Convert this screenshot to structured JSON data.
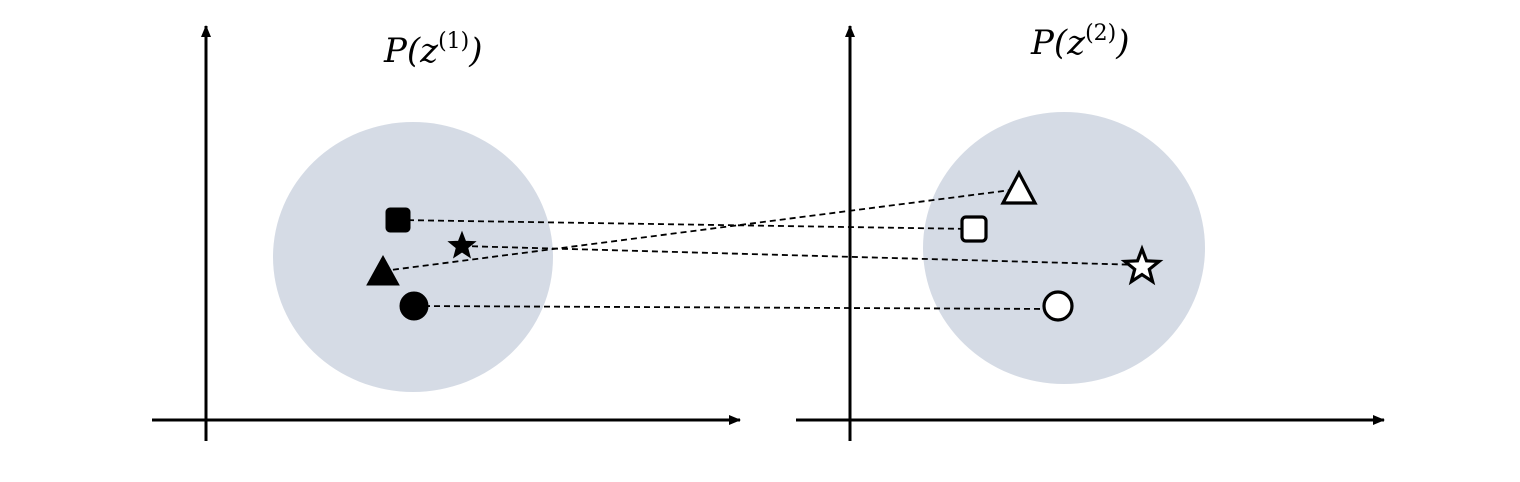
{
  "panels": [
    {
      "id": "left",
      "title": {
        "base": "P(z",
        "sup": "(1)",
        "close": ")"
      },
      "region_color": "#d5dbe5",
      "filled_markers": true
    },
    {
      "id": "right",
      "title": {
        "base": "P(z",
        "sup": "(2)",
        "close": ")"
      },
      "region_color": "#d5dbe5",
      "filled_markers": false
    }
  ],
  "markers": [
    {
      "name": "square",
      "shape": "square"
    },
    {
      "name": "star",
      "shape": "star"
    },
    {
      "name": "triangle",
      "shape": "triangle"
    },
    {
      "name": "circle",
      "shape": "circle"
    }
  ],
  "links": [
    {
      "shape": "square",
      "style": "dashed"
    },
    {
      "shape": "triangle",
      "style": "dashed"
    },
    {
      "shape": "star",
      "style": "dashed"
    },
    {
      "shape": "circle",
      "style": "dashed"
    }
  ],
  "colors": {
    "axis": "#000000",
    "marker": "#000000",
    "region": "#d5dbe5",
    "background": "#ffffff"
  }
}
